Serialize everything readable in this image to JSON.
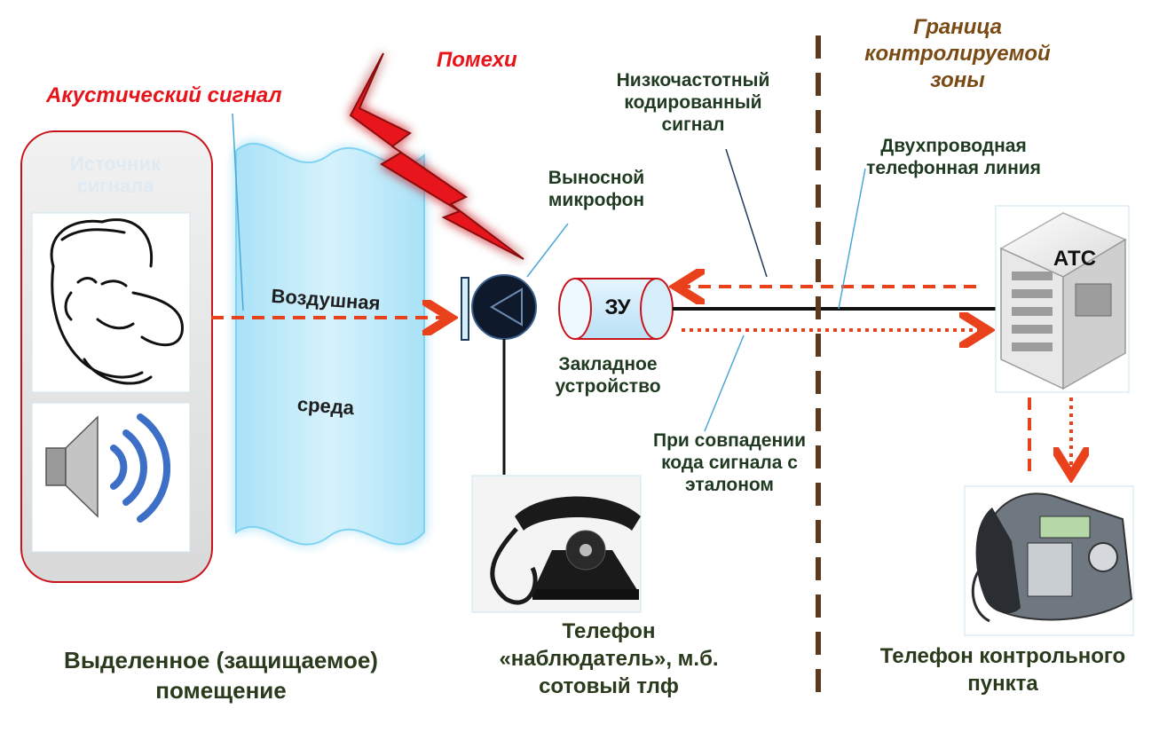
{
  "labels": {
    "acoustic_signal": "Акустический сигнал",
    "interference": "Помехи",
    "source": "Источник сигнала",
    "air_medium_1": "Воздушная",
    "air_medium_2": "среда",
    "remote_mic": "Выносной микрофон",
    "zu": "ЗУ",
    "bug_device": "Закладное устройство",
    "lf_signal": "Низкочастотный кодированный сигнал",
    "boundary": "Граница контролируемой зоны",
    "two_wire_line": "Двухпроводная телефонная линия",
    "ats": "АТС",
    "code_match": "При совпадении кода сигнала с эталоном",
    "observer_phone": "Телефон «наблюдатель», м.б. сотовый тлф",
    "protected_room": "Выделенное (защищаемое) помещение",
    "control_phone": "Телефон контрольного пункта"
  },
  "icons": {
    "person": "cartoon-face-icon",
    "speaker": "speaker-icon",
    "lightning": "lightning-icon",
    "microphone": "microphone-icon",
    "rotary_phone": "rotary-phone-icon",
    "ats_server": "server-icon",
    "desk_phone": "desk-phone-icon"
  },
  "colors": {
    "arrow": "#e8411b",
    "boundary": "#5b3a1e",
    "air": "#c8ecfa",
    "lightning": "#e8141b"
  }
}
